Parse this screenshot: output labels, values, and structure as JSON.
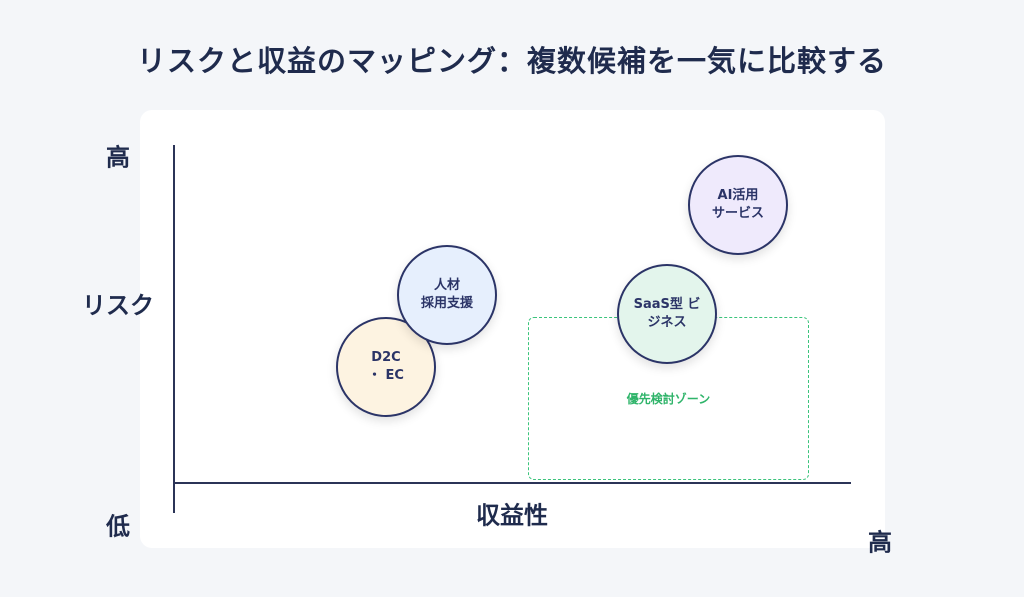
{
  "title": "リスクと収益のマッピング：複数候補を一気に比較する",
  "axes": {
    "y_label": "リスク",
    "y_high": "高",
    "origin_low": "低",
    "x_label": "収益性",
    "x_high": "高"
  },
  "zone": {
    "label": "優先検討ゾーン",
    "color": "#3cc47c"
  },
  "bubbles": [
    {
      "label": "D2C\n・ EC",
      "fill": "#fdf3e1"
    },
    {
      "label": "人材\n採用支援",
      "fill": "#e6effd"
    },
    {
      "label": "SaaS型 ビ\nジネス",
      "fill": "#e3f5ec"
    },
    {
      "label": "AI活用\nサービス",
      "fill": "#efeafc"
    }
  ]
}
